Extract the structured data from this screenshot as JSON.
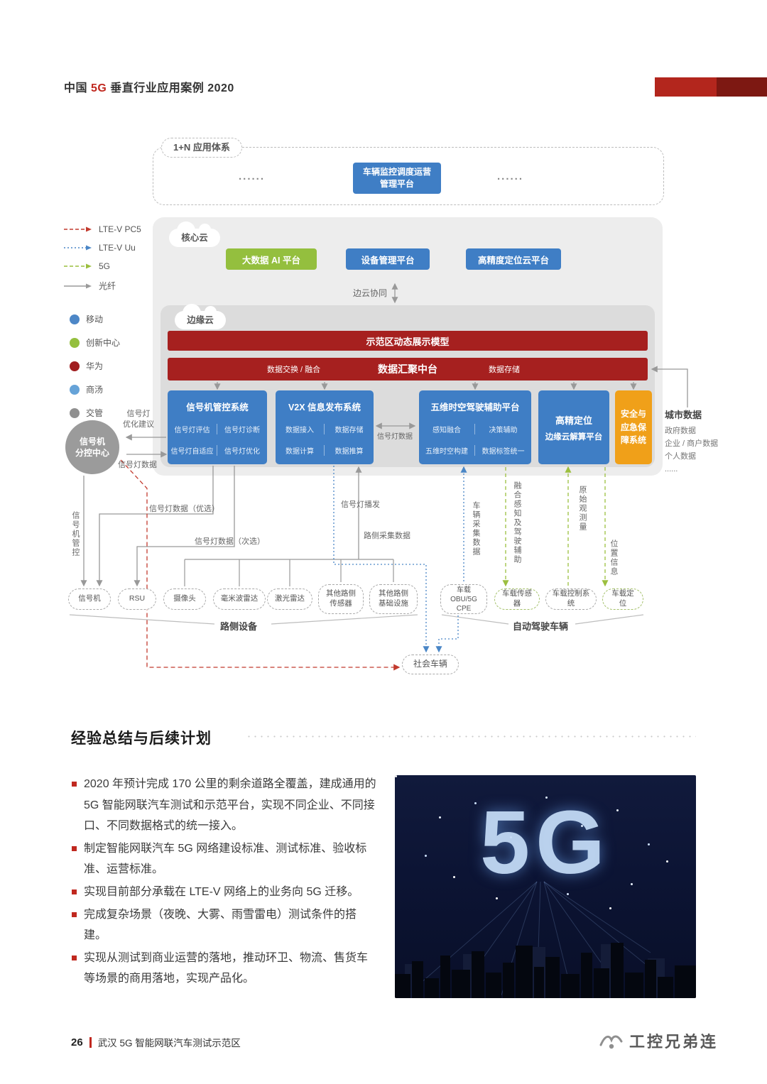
{
  "colors": {
    "accent_red": "#b3261d",
    "dark_red_bar": "#a6201f",
    "node_blue": "#3f7ec5",
    "node_green": "#94bf3e",
    "node_orange": "#f0a019",
    "panel_gray": "#ededed"
  },
  "header": {
    "prefix": "中国 ",
    "brand": "5G",
    "suffix": " 垂直行业应用案例 2020"
  },
  "app_layer": {
    "label": "1+N 应用体系",
    "dots_left": "......",
    "platform": "车辆监控调度运营管理平台",
    "dots_right": "......"
  },
  "legend": {
    "links": [
      {
        "label": "LTE-V PC5"
      },
      {
        "label": "LTE-V Uu"
      },
      {
        "label": "5G"
      },
      {
        "label": "光纤"
      }
    ],
    "orgs": [
      {
        "label": "移动",
        "color": "#4d87c7"
      },
      {
        "label": "创新中心",
        "color": "#94bf3e"
      },
      {
        "label": "华为",
        "color": "#a01e20"
      },
      {
        "label": "商汤",
        "color": "#66a3d8"
      },
      {
        "label": "交管",
        "color": "#909090"
      }
    ]
  },
  "core": {
    "cloud": "核心云",
    "sync": "边云协同",
    "p0": "大数据 AI 平台",
    "p1": "设备管理平台",
    "p2": "高精度定位云平台"
  },
  "edge": {
    "cloud": "边缘云",
    "demo": "示范区动态展示模型",
    "hub_left": "数据交换 / 融合",
    "hub_center": "数据汇聚中台",
    "hub_right": "数据存储",
    "sys1": {
      "title": "信号机管控系统",
      "items": [
        "信号灯评估",
        "信号灯诊断",
        "信号灯自适应",
        "信号灯优化"
      ]
    },
    "sys2": {
      "title": "V2X 信息发布系统",
      "items": [
        "数据接入",
        "数据存储",
        "数据计算",
        "数据推算"
      ]
    },
    "sys3": {
      "title": "五维时空驾驶辅助平台",
      "items": [
        "感知融合",
        "决策辅助",
        "五维时空构建",
        "数据标签统一"
      ]
    },
    "sys4": {
      "line1": "高精定位",
      "line2": "边缘云解算平台"
    },
    "sys5": "安全与应急保障系统",
    "exchange": "信号灯数据"
  },
  "city": {
    "title": "城市数据",
    "items": [
      "政府数据",
      "企业 / 商户数据",
      "个人数据",
      "......"
    ]
  },
  "signal_center": {
    "name1": "信号机",
    "name2": "分控中心",
    "advice1": "信号灯",
    "advice2": "优化建议",
    "data": "信号灯数据"
  },
  "flows": {
    "preferred": "信号灯数据（优选）",
    "secondary": "信号灯数据（次选）",
    "control": "信号机管控",
    "broadcast": "信号灯播发",
    "roadside": "路侧采集数据",
    "vehicle": "车辆采集数据",
    "fusion": "融合感知及驾驶辅助",
    "raw": "原始观测量",
    "position": "位置信息"
  },
  "roadside": {
    "label": "路侧设备",
    "devices": [
      "信号机",
      "RSU",
      "摄像头",
      "毫米波雷达",
      "激光雷达",
      "其他路侧传感器",
      "其他路侧基础设施"
    ]
  },
  "vehicle": {
    "label": "自动驾驶车辆",
    "devices": [
      "车载 OBU/5G CPE",
      "车载传感器",
      "车载控制系统",
      "车载定位"
    ]
  },
  "social": {
    "label": "社会车辆"
  },
  "summary": {
    "title": "经验总结与后续计划",
    "bullets": [
      "2020 年预计完成 170 公里的剩余道路全覆盖，建成通用的 5G 智能网联汽车测试和示范平台，实现不同企业、不同接口、不同数据格式的统一接入。",
      "制定智能网联汽车 5G 网络建设标准、测试标准、验收标准、运营标准。",
      "实现目前部分承载在 LTE-V 网络上的业务向 5G 迁移。",
      "完成复杂场景（夜晚、大雾、雨雪雷电）测试条件的搭建。",
      "实现从测试到商业运营的落地，推动环卫、物流、售货车等场景的商用落地，实现产品化。"
    ]
  },
  "hero": {
    "label": "5G"
  },
  "footer": {
    "page": "26",
    "title": "武汉 5G 智能网联汽车测试示范区",
    "brand": "工控兄弟连"
  }
}
